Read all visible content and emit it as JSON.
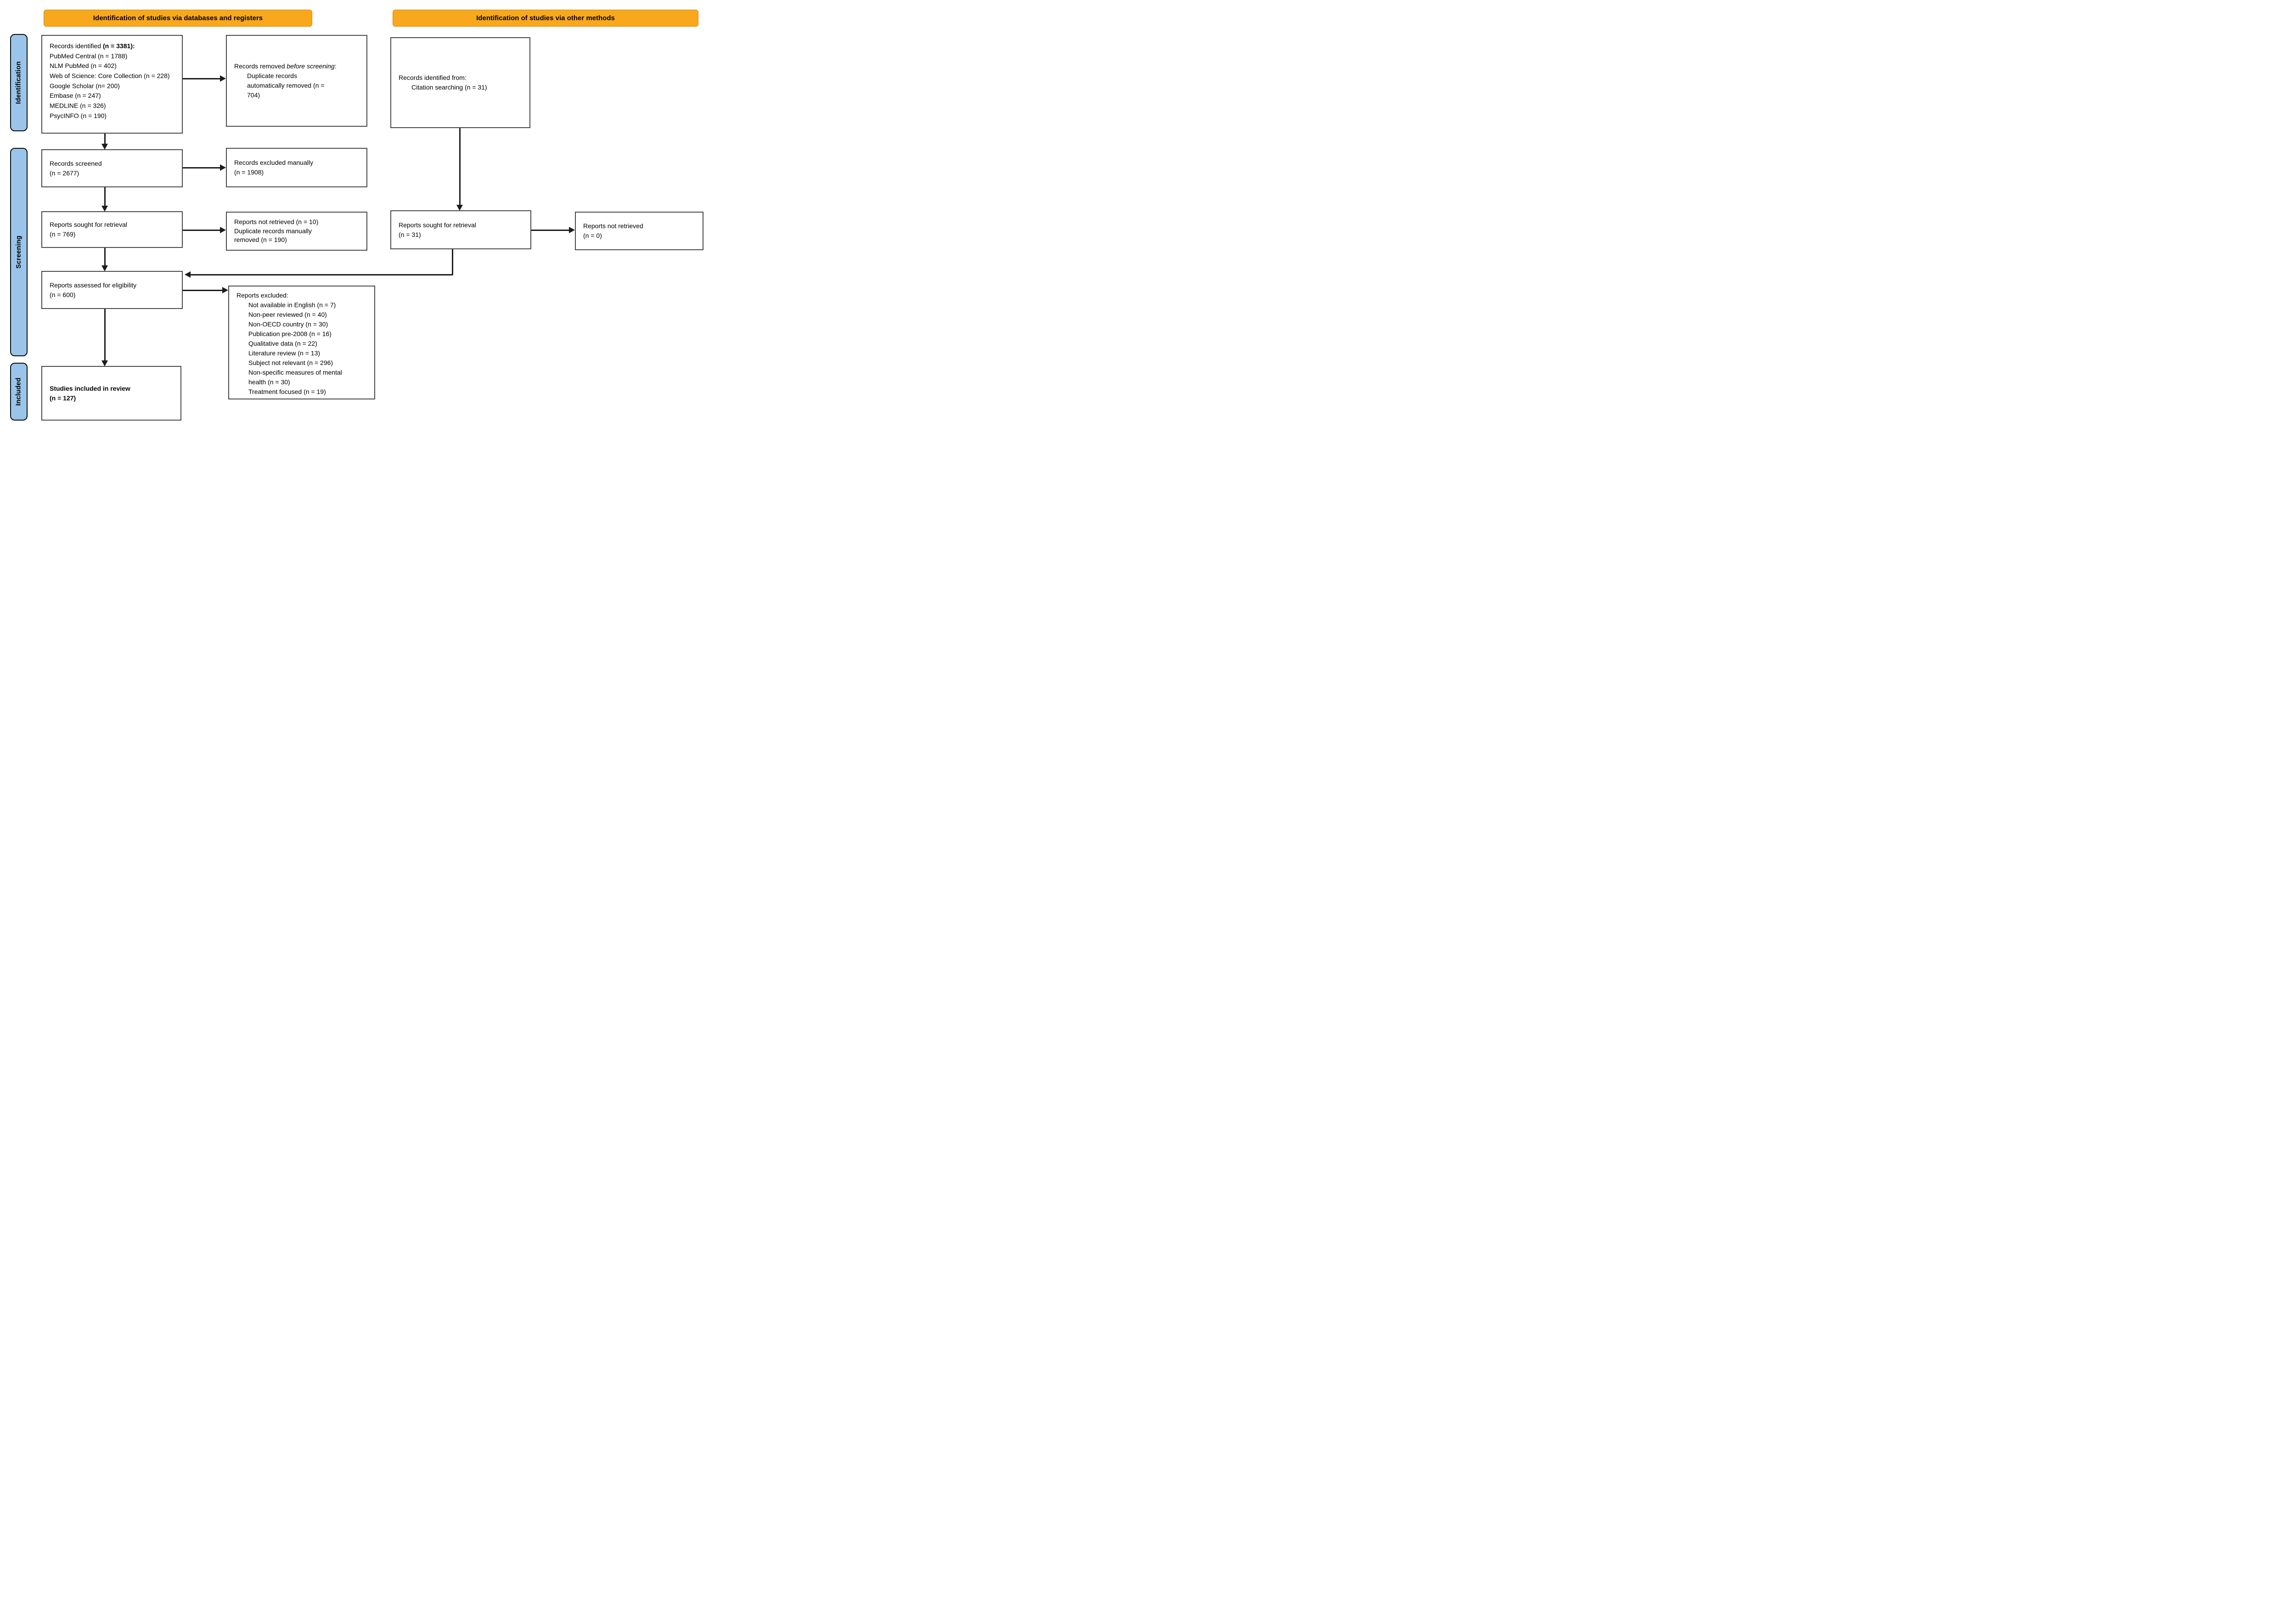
{
  "colors": {
    "banner_bg": "#F9A81E",
    "stage_bg": "#9AC4E9"
  },
  "banners": {
    "databases": "Identification of studies via databases and registers",
    "other": "Identification of studies via other methods"
  },
  "stage_labels": {
    "identification": "Identification",
    "screening": "Screening",
    "included": "Included"
  },
  "boxes": {
    "records_identified": {
      "title_prefix": "Records identified ",
      "title_bold": "(n = 3381):",
      "items": [
        "PubMed Central (n = 1788)",
        "NLM PubMed (n = 402)",
        "Web of Science: Core Collection (n = 228)",
        "Google Scholar (n= 200)",
        "Embase (n = 247)",
        "MEDLINE (n = 326)",
        "PsycINFO (n = 190)"
      ]
    },
    "records_removed": {
      "prefix": "Records removed ",
      "italic": "before screening",
      "suffix": ":",
      "detail": "Duplicate records automatically removed (n = 704)"
    },
    "records_identified_other": {
      "title": "Records identified from:",
      "detail": "Citation searching (n = 31)"
    },
    "records_screened": {
      "line1": "Records screened",
      "line2": "(n = 2677)"
    },
    "records_excluded_manually": {
      "line1": "Records excluded manually",
      "line2": "(n = 1908)"
    },
    "reports_sought_db": {
      "line1": "Reports sought for retrieval",
      "line2": "(n = 769)"
    },
    "reports_not_retrieved_db": {
      "line1": "Reports not retrieved (n = 10)",
      "line2": "Duplicate records manually removed (n = 190)"
    },
    "reports_sought_other": {
      "line1": "Reports sought for retrieval",
      "line2": "(n = 31)"
    },
    "reports_not_retrieved_other": {
      "line1": "Reports not retrieved",
      "line2": "(n = 0)"
    },
    "reports_assessed": {
      "line1": "Reports assessed for eligibility",
      "line2": "(n = 600)"
    },
    "reports_excluded": {
      "title": "Reports excluded:",
      "items": [
        "Not available in English (n = 7)",
        "Non-peer reviewed (n = 40)",
        "Non-OECD country (n = 30)",
        "Publication pre-2008 (n = 16)",
        "Qualitative data (n = 22)",
        "Literature review (n = 13)",
        "Subject not relevant (n = 296)",
        "Non-specific measures of mental health (n = 30)",
        "Treatment focused (n = 19)"
      ]
    },
    "studies_included": {
      "line1": "Studies included in review",
      "line2": "(n = 127)"
    }
  }
}
